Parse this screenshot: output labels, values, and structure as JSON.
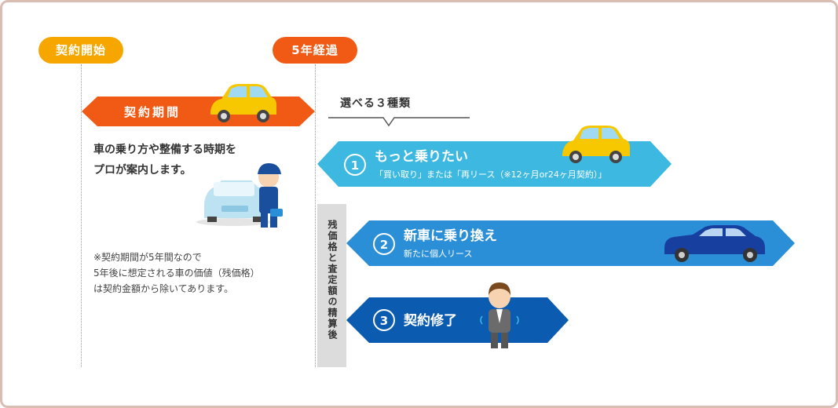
{
  "timeline": {
    "start_label": "契約開始",
    "five_year_label": "5年経過",
    "contract_period_label": "契約期間"
  },
  "left_panel": {
    "line1": "車の乗り方や整備する時期を",
    "line2": "プロが案内します。",
    "note1": "※契約期間が5年間なので",
    "note2": "5年後に想定される車の価値（残価格）",
    "note3": "は契約金額から除いてあります。"
  },
  "choices": {
    "heading": "選べる３種類",
    "settlement_label": "残価格と査定額の精算後",
    "options": [
      {
        "number": "1",
        "title": "もっと乗りたい",
        "subtitle": "「買い取り」または「再リース（※12ヶ月or24ヶ月契約）」"
      },
      {
        "number": "2",
        "title": "新車に乗り換え",
        "subtitle": "新たに個人リース"
      },
      {
        "number": "3",
        "title": "契約修了",
        "subtitle": ""
      }
    ]
  },
  "colors": {
    "orange_pill": "#f7a600",
    "red_orange": "#f05a14",
    "light_blue": "#3db8e0",
    "mid_blue": "#2b8fd8",
    "dark_blue": "#0b5bb0",
    "frame": "#d9bcb2",
    "settlement_bg": "#dcdcdc"
  }
}
